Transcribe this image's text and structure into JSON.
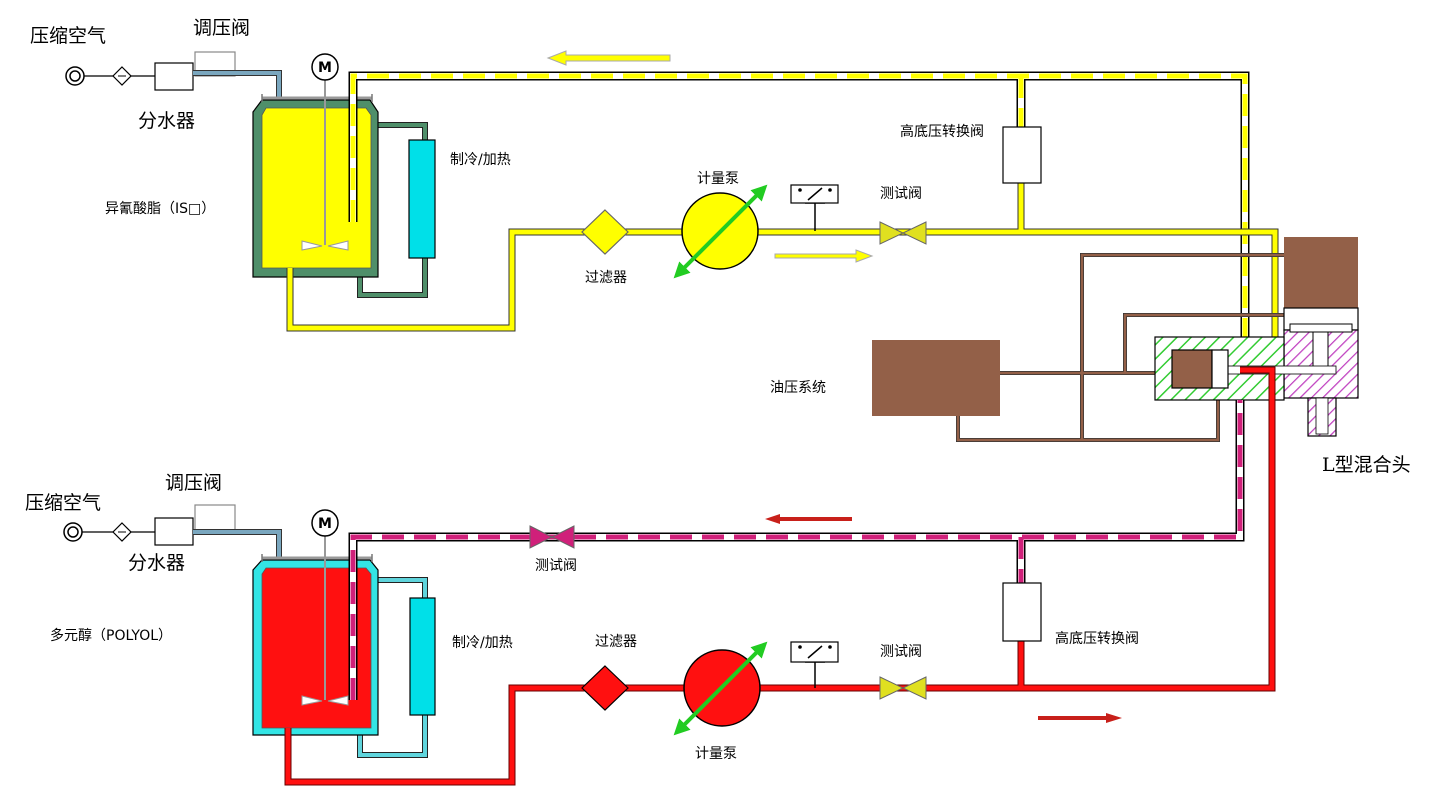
{
  "top": {
    "air_label": "压缩空气",
    "regulator_label": "调压阀",
    "separator_label": "分水器",
    "tank_label": "异氰酸脂（IS□）",
    "cooling_label": "制冷/加热",
    "pump_label": "计量泵",
    "test_valve_label": "测试阀",
    "switch_valve_label": "高底压转换阀",
    "filter_label": "过滤器",
    "motor_label": "M"
  },
  "hydraulic_label": "油压系统",
  "mixhead_label": "L型混合头",
  "bottom": {
    "air_label": "压缩空气",
    "regulator_label": "调压阀",
    "separator_label": "分水器",
    "tank_label": "多元醇（POLYOL）",
    "return_test_valve_label": "测试阀",
    "cooling_label": "制冷/加热",
    "filter_label": "过滤器",
    "test_valve_label": "测试阀",
    "switch_valve_label": "高底压转换阀",
    "pump_label": "计量泵",
    "motor_label": "M"
  },
  "colors": {
    "iso": "#ffff00",
    "polyol": "#ff1010",
    "polyol_return": "#d0207a",
    "air_pipe": "#7aa7bf",
    "cooling_top": "#4f8f6a",
    "cooling_bottom": "#5fd4dc",
    "heat_exchanger": "#00e0e8",
    "hydraulic": "#936048",
    "pump_arrow": "#22cc22",
    "test_valve": "#e0e020"
  }
}
